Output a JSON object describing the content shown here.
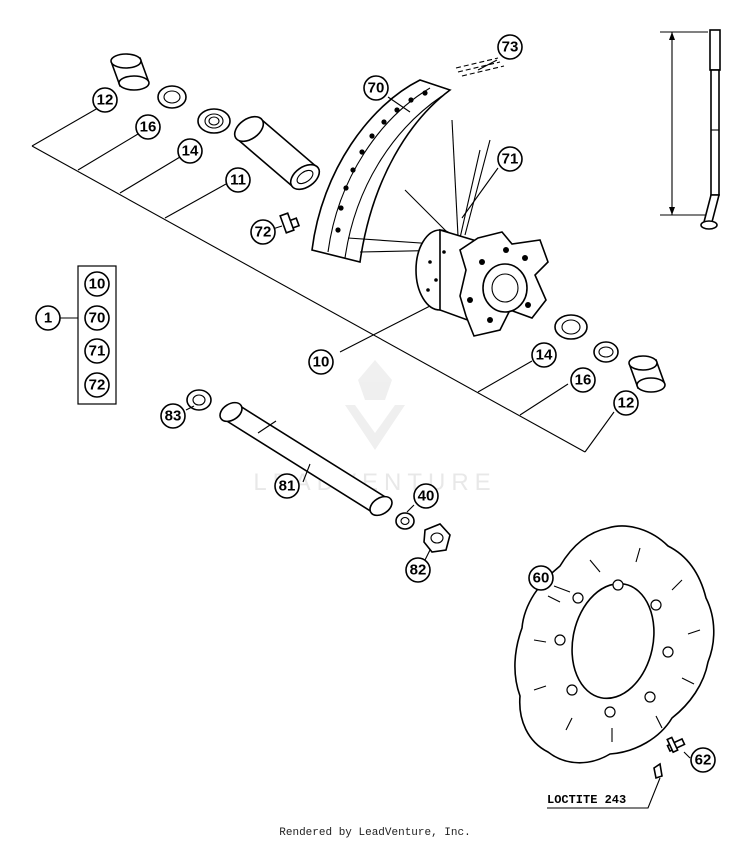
{
  "callouts": {
    "c12a": "12",
    "c16a": "16",
    "c14a": "14",
    "c11": "11",
    "c72a": "72",
    "c70a": "70",
    "c73": "73",
    "c71a": "71",
    "c10a": "10",
    "c14b": "14",
    "c16b": "16",
    "c12b": "12",
    "c83": "83",
    "c81": "81",
    "c40": "40",
    "c82": "82",
    "c60": "60",
    "c62": "62",
    "c1": "1",
    "kit": [
      "10",
      "70",
      "71",
      "72"
    ]
  },
  "labels": {
    "loctite": "LOCTITE 243",
    "watermark": "LEADVENTURE",
    "footer": "Rendered by LeadVenture, Inc."
  }
}
